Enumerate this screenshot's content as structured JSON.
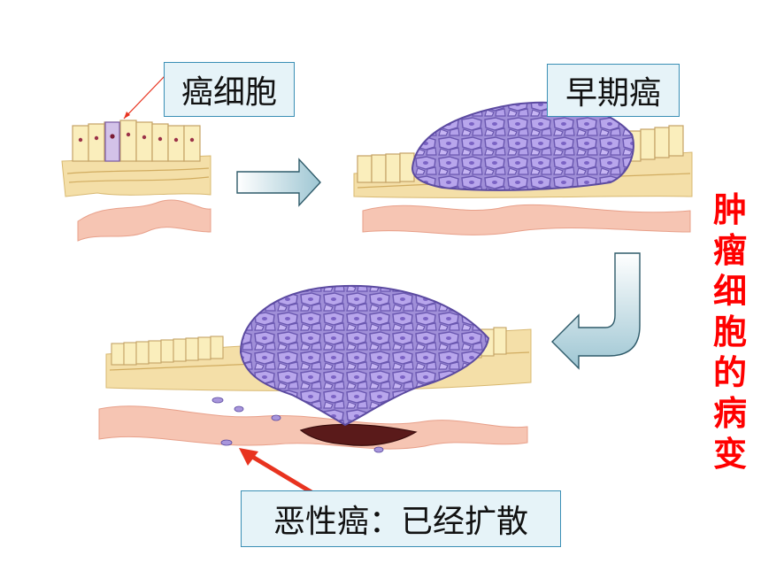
{
  "labels": {
    "cancer_cell": "癌细胞",
    "early_cancer": "早期癌",
    "malignant": "恶性癌：已经扩散"
  },
  "side_title": [
    "肿",
    "瘤",
    "细",
    "胞",
    "的",
    "病",
    "变"
  ],
  "colors": {
    "label_bg": "#e6f3f8",
    "label_border": "#3a8fb5",
    "title_red": "#ff0000",
    "arrow_red": "#e8331f",
    "epithelium": "#f7e7a8",
    "tumor": "#9b86d6",
    "vessel": "#f2b2a0"
  }
}
